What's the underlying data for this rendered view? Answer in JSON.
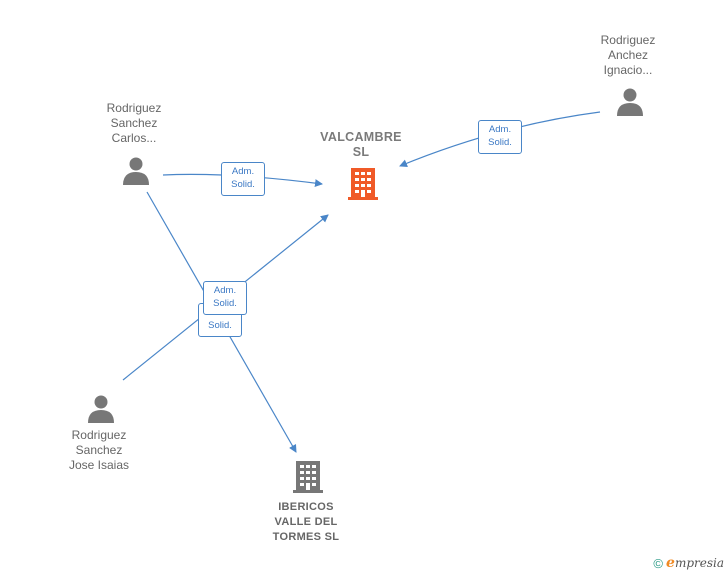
{
  "nodes": {
    "main_company": {
      "lines": [
        "VALCAMBRE",
        "SL"
      ]
    },
    "second_company": {
      "lines": [
        "IBERICOS",
        "VALLE DEL",
        "TORMES SL"
      ]
    },
    "person_carlos": {
      "lines": [
        "Rodriguez",
        "Sanchez",
        "Carlos..."
      ]
    },
    "person_ignacio": {
      "lines": [
        "Rodriguez",
        "Anchez",
        "Ignacio..."
      ]
    },
    "person_jose": {
      "lines": [
        "Rodriguez",
        "Sanchez",
        "Jose Isaias"
      ]
    }
  },
  "edges": {
    "carlos_to_main": {
      "line1": "Adm.",
      "line2": "Solid."
    },
    "ignacio_to_main": {
      "line1": "Adm.",
      "line2": "Solid."
    },
    "jose_to_main": {
      "line1": "Adm.",
      "line2": "Solid."
    },
    "carlos_to_second": {
      "line1": "Adm.",
      "line2": "Solid."
    }
  },
  "colors": {
    "edge": "#4a86c8",
    "person_icon": "#777777",
    "main_company_icon": "#f05a28",
    "company_icon": "#777777"
  },
  "footer": {
    "copyright": "©",
    "brand_initial": "e",
    "brand_rest": "mpresia"
  }
}
